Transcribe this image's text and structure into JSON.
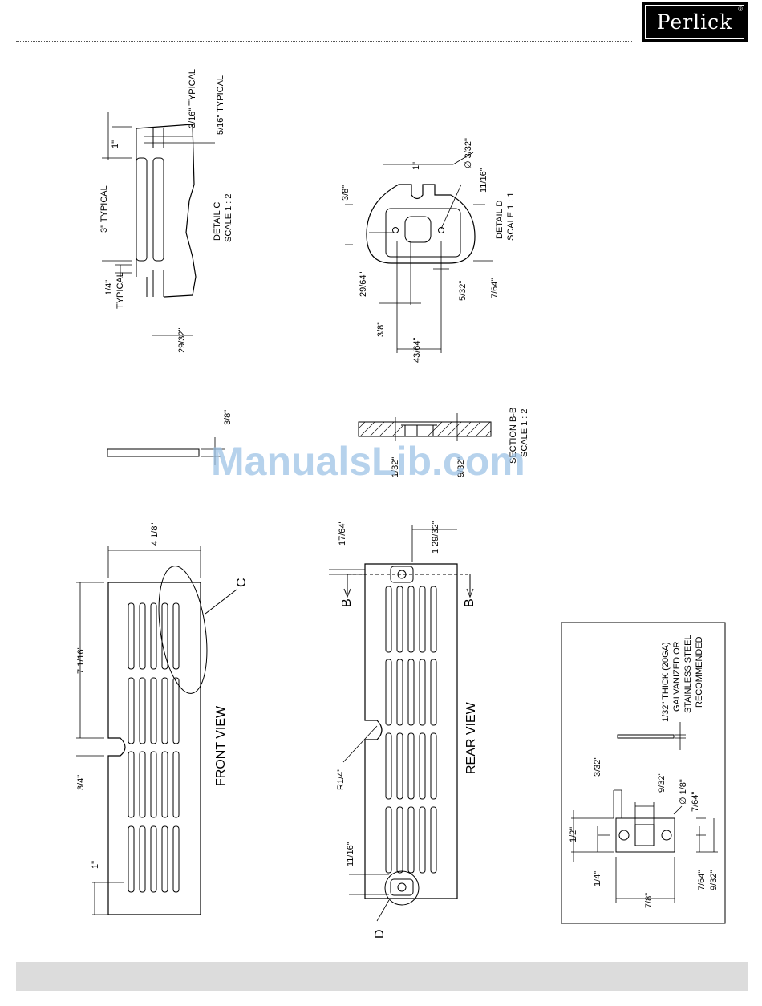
{
  "brand": {
    "name": "Perlick",
    "reg": "®"
  },
  "watermark": "ManualsLib.com",
  "detail_c": {
    "title": "DETAIL C",
    "scale": "SCALE 1 : 2",
    "dims": {
      "a": "3/16\" TYPICAL",
      "b": "5/16\" TYPICAL",
      "c": "1\"",
      "d": "3\" TYPICAL",
      "e1": "1/4\"",
      "e2": "TYPICAL",
      "f": "29/32\""
    }
  },
  "detail_d": {
    "title": "DETAIL D",
    "scale": "SCALE 1 : 1",
    "dims": {
      "a": "1\"",
      "b": "∅ 3/32\"",
      "c": "11/16\"",
      "d": "3/8\"",
      "e": "29/64\"",
      "f": "5/32\"",
      "g": "7/64\"",
      "h": "3/8\"",
      "i": "43/64\""
    }
  },
  "side": {
    "dim": "3/8\""
  },
  "section_bb": {
    "title": "SECTION B-B",
    "scale": "SCALE 1 : 2",
    "dims": {
      "a": "1/32\"",
      "b": "9/32\""
    }
  },
  "front_view": {
    "title": "FRONT VIEW",
    "dims": {
      "width": "4 1/8\"",
      "length": "7 1/16\"",
      "notch": "3/4\"",
      "end": "1\""
    },
    "callout": "C"
  },
  "rear_view": {
    "title": "REAR VIEW",
    "dims": {
      "a": "17/64\"",
      "b": "1 29/32\"",
      "radius": "R1/4\"",
      "c": "11/16\""
    },
    "section_mark": "B",
    "callout": "D"
  },
  "shim": {
    "note": [
      "1/32\" THICK (20GA)",
      "GALVANIZED OR",
      "STAINLESS STEEL",
      "RECOMMENDED"
    ],
    "dims": {
      "a": "3/32\"",
      "b": "9/32\"",
      "c": "∅ 1/8\"",
      "d": "7/64\"",
      "e": "1/2\"",
      "f": "1/4\"",
      "g": "7/64\"",
      "h": "9/32\"",
      "i": "7/8\""
    }
  }
}
